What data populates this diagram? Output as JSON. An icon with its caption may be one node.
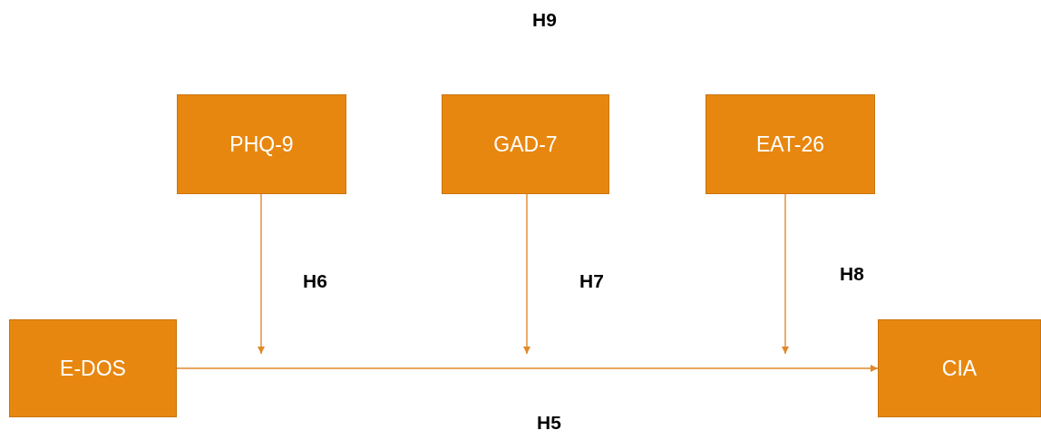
{
  "diagram": {
    "nodes": [
      {
        "text": [
          "PHQ-9"
        ]
      },
      {
        "text": [
          "GAD-7"
        ]
      },
      {
        "text": [
          "EAT-26"
        ]
      },
      {
        "text": [
          "E-DOS"
        ]
      },
      {
        "text": [
          "CIA"
        ]
      }
    ],
    "edges": [
      {
        "from": 3,
        "to": 4,
        "arrow": "to",
        "label": "H5"
      },
      {
        "from": 0,
        "to": null,
        "arrow": "to",
        "label": "H6"
      },
      {
        "from": 1,
        "to": null,
        "arrow": "to",
        "label": "H7"
      },
      {
        "from": 2,
        "to": null,
        "arrow": "to",
        "label": "H8"
      }
    ],
    "labels": [
      "H9"
    ]
  }
}
